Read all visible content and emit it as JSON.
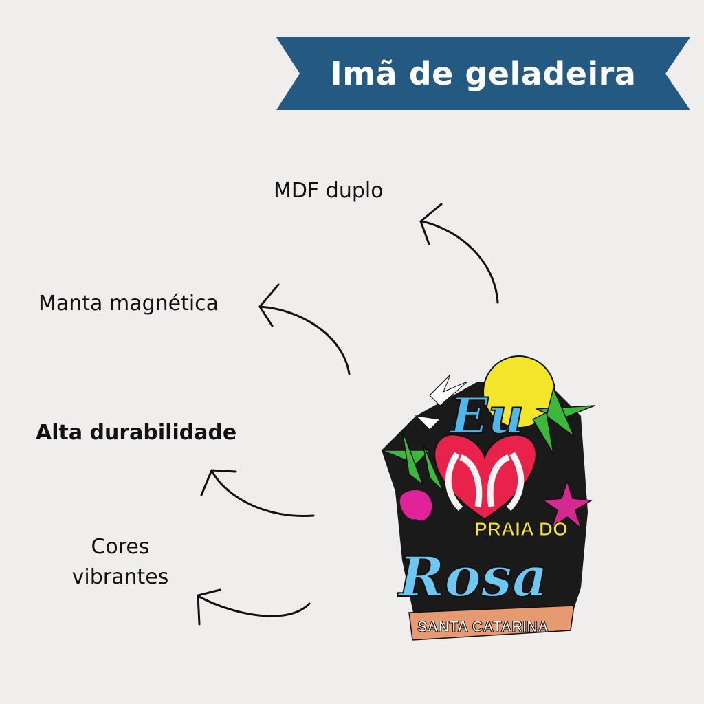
{
  "banner": {
    "title": "Imã de geladeira",
    "color": "#245a82"
  },
  "features": [
    {
      "label": "MDF duplo"
    },
    {
      "label": "Manta magnética"
    },
    {
      "label": "Alta durabilidade"
    },
    {
      "label_line1": "Cores",
      "label_line2": "vibrantes"
    }
  ],
  "product": {
    "word_top": "Eu",
    "place_line1": "PRAIA DO",
    "place_line2": "Rosa",
    "state": "SANTA CATARINA"
  },
  "colors": {
    "background": "#f0eded",
    "text": "#111111"
  }
}
